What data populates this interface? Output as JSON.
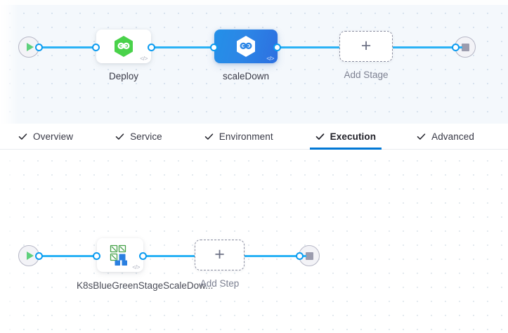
{
  "theme": {
    "accent_blue": "#0278d5",
    "edge_blue": "#2ab2f5",
    "port_blue": "#0b9bf0",
    "selected_node_gradient_from": "#2390e8",
    "selected_node_gradient_to": "#2d6fe0",
    "deploy_icon_green": "#49d24a",
    "step_icon_green": "#43a047",
    "step_icon_blue": "#2a7fe0",
    "terminal_play_green": "#5fd07d",
    "terminal_stop_gray": "#9b9cae",
    "stage_canvas_bg": "#f4f8fc",
    "step_canvas_bg": "#ffffff"
  },
  "stage_canvas": {
    "name": "pipeline-stage-canvas",
    "start_node": {
      "icon": "play-icon",
      "label": ""
    },
    "end_node": {
      "icon": "stop-icon",
      "label": ""
    },
    "nodes": [
      {
        "id": "deploy",
        "label": "Deploy",
        "icon": "harness-hexagon-green-icon",
        "selected": false,
        "code_glyph": "</>"
      },
      {
        "id": "scaleDown",
        "label": "scaleDown",
        "icon": "harness-hexagon-white-icon",
        "selected": true,
        "code_glyph": "</>"
      }
    ],
    "add_stage": {
      "label": "Add Stage",
      "icon": "plus-icon"
    }
  },
  "tab_bar": {
    "name": "stage-config-tabs",
    "tabs": [
      {
        "id": "overview",
        "label": "Overview",
        "icon": "check-icon",
        "active": false
      },
      {
        "id": "service",
        "label": "Service",
        "icon": "check-icon",
        "active": false
      },
      {
        "id": "environment",
        "label": "Environment",
        "icon": "check-icon",
        "active": false
      },
      {
        "id": "execution",
        "label": "Execution",
        "icon": "check-icon",
        "active": true
      },
      {
        "id": "advanced",
        "label": "Advanced",
        "icon": "check-icon",
        "active": false
      }
    ]
  },
  "step_canvas": {
    "name": "execution-steps-canvas",
    "start_node": {
      "icon": "play-icon",
      "label": ""
    },
    "end_node": {
      "icon": "stop-icon",
      "label": ""
    },
    "steps": [
      {
        "id": "k8sBlueGreenStageScaleDown",
        "label": "K8sBlueGreenStageScaleDow...",
        "label_line1": "K8sBlueGreenSt",
        "label_line2": "ageScaleDow...",
        "icon": "blue-green-deployment-icon",
        "code_glyph": "</>"
      }
    ],
    "add_step": {
      "label": "Add Step",
      "icon": "plus-icon"
    }
  }
}
